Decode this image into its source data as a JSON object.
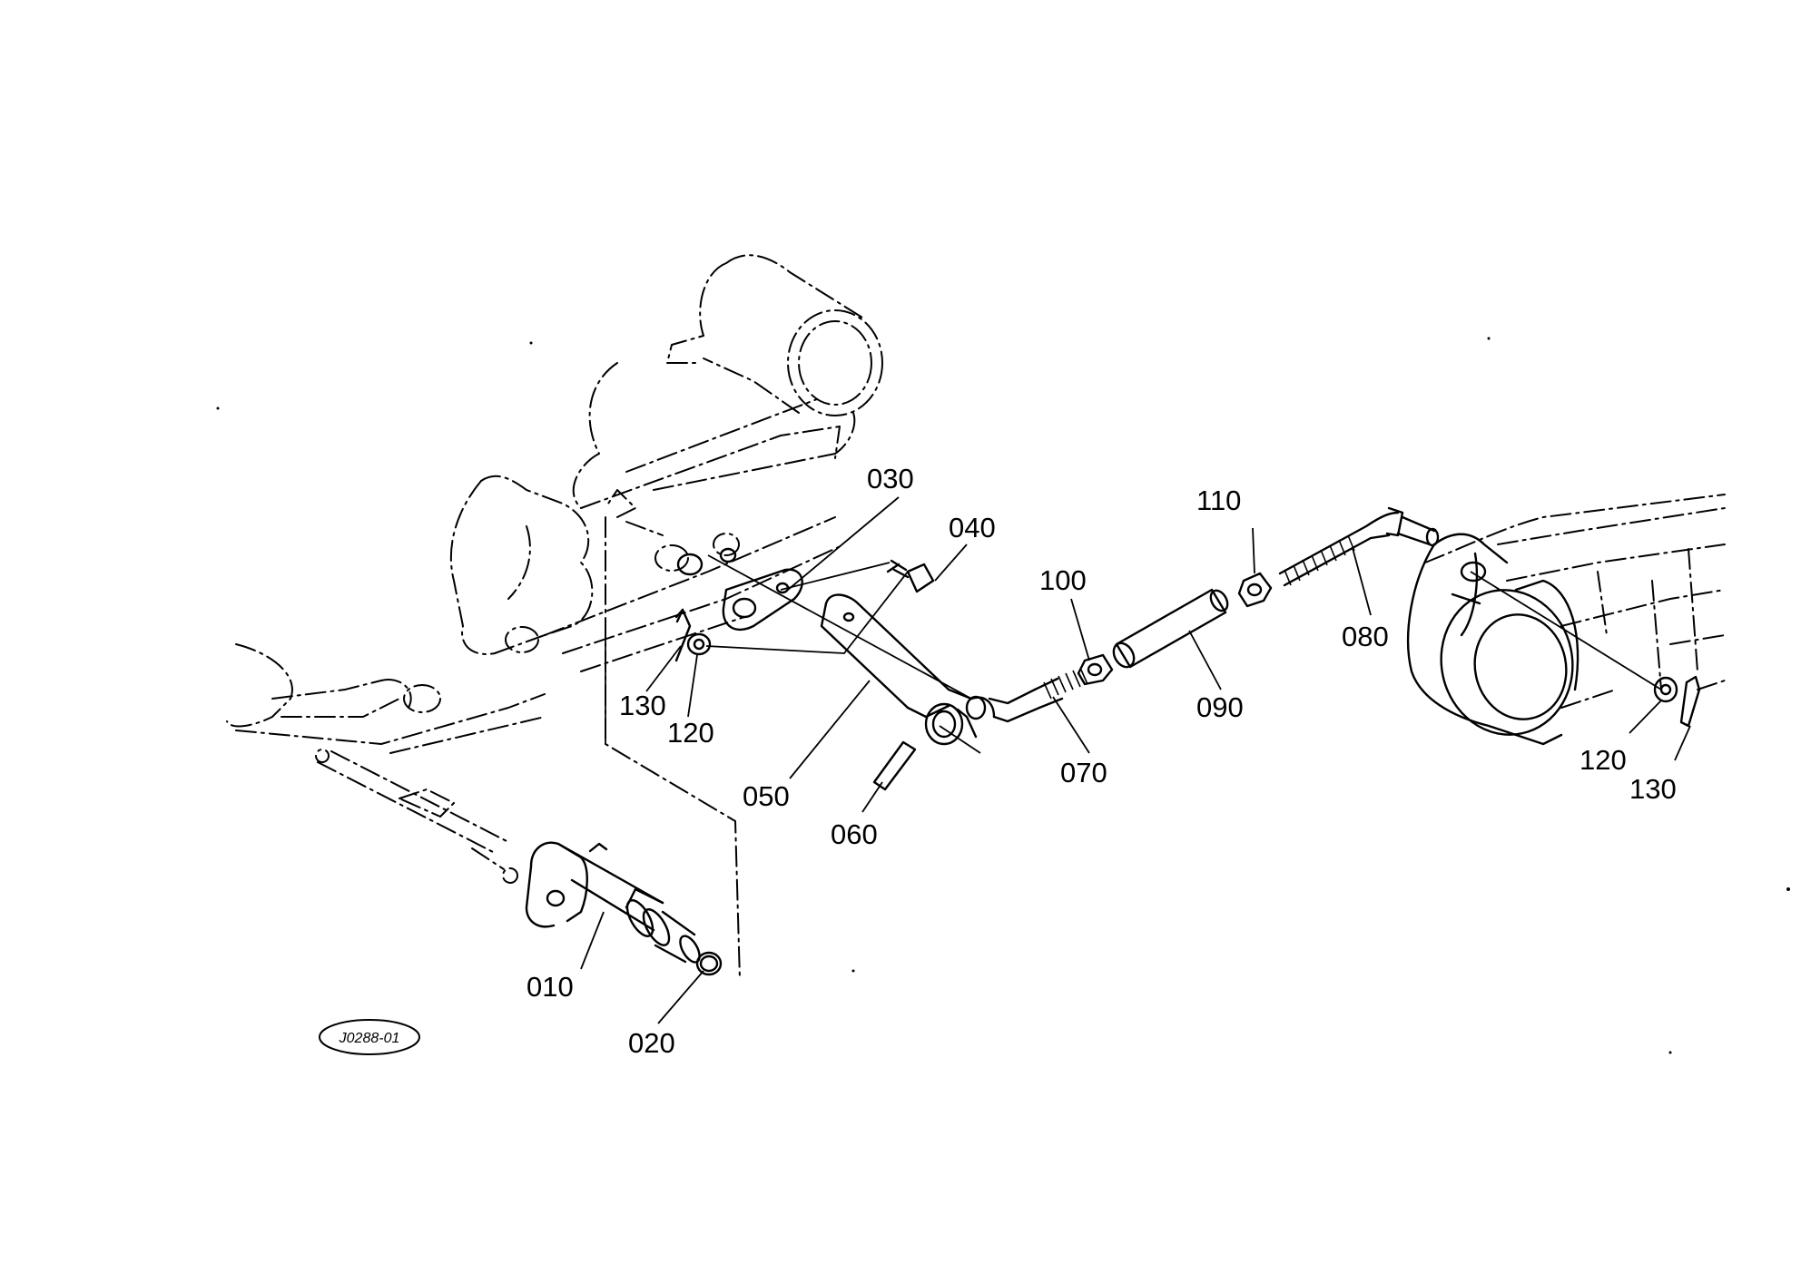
{
  "diagram": {
    "reference_code": "J0288-01",
    "callouts": {
      "p010": "010",
      "p020": "020",
      "p030": "030",
      "p040": "040",
      "p050": "050",
      "p060": "060",
      "p070": "070",
      "p080": "080",
      "p090": "090",
      "p100": "100",
      "p110": "110",
      "p120a": "120",
      "p120b": "120",
      "p130a": "130",
      "p130b": "130"
    }
  }
}
